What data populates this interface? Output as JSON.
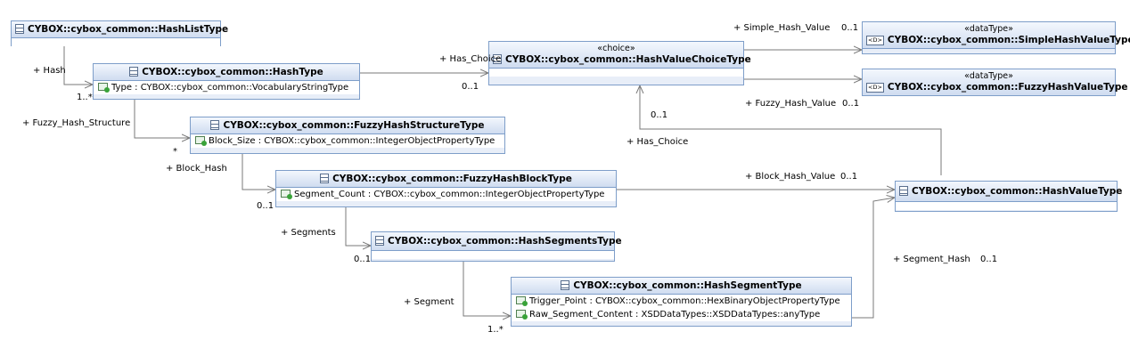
{
  "classes": {
    "hash_list_type": {
      "name": "CYBOX::cybox_common::HashListType"
    },
    "hash_type": {
      "name": "CYBOX::cybox_common::HashType",
      "attr": "Type : CYBOX::cybox_common::VocabularyStringType"
    },
    "hash_value_choice_type": {
      "stereotype": "«choice»",
      "name": "CYBOX::cybox_common::HashValueChoiceType"
    },
    "simple_hash_value_type": {
      "stereotype": "«dataType»",
      "name": "CYBOX::cybox_common::SimpleHashValueType",
      "icon": "<D>"
    },
    "fuzzy_hash_value_type": {
      "stereotype": "«dataType»",
      "name": "CYBOX::cybox_common::FuzzyHashValueType",
      "icon": "<D>"
    },
    "fuzzy_hash_structure_type": {
      "name": "CYBOX::cybox_common::FuzzyHashStructureType",
      "attr": "Block_Size : CYBOX::cybox_common::IntegerObjectPropertyType"
    },
    "fuzzy_hash_block_type": {
      "name": "CYBOX::cybox_common::FuzzyHashBlockType",
      "attr": "Segment_Count : CYBOX::cybox_common::IntegerObjectPropertyType"
    },
    "hash_value_type": {
      "name": "CYBOX::cybox_common::HashValueType"
    },
    "hash_segments_type": {
      "name": "CYBOX::cybox_common::HashSegmentsType"
    },
    "hash_segment_type": {
      "name": "CYBOX::cybox_common::HashSegmentType",
      "attrs": [
        "Trigger_Point : CYBOX::cybox_common::HexBinaryObjectPropertyType",
        "Raw_Segment_Content : XSDDataTypes::XSDDataTypes::anyType"
      ]
    }
  },
  "labels": {
    "hash": "+ Hash",
    "hash_mult": "1..*",
    "has_choice_top": "+ Has_Choice",
    "has_choice_top_mult": "0..1",
    "simple_hash_value": "+ Simple_Hash_Value",
    "simple_hash_value_mult": "0..1",
    "fuzzy_hash_value": "+ Fuzzy_Hash_Value",
    "fuzzy_hash_value_mult": "0..1",
    "fuzzy_hash_structure": "+ Fuzzy_Hash_Structure",
    "fuzzy_hash_structure_mult": "*",
    "block_hash": "+ Block_Hash",
    "block_hash_mult": "0..1",
    "has_choice_right": "+ Has_Choice",
    "has_choice_right_mult": "0..1",
    "block_hash_value": "+ Block_Hash_Value",
    "block_hash_value_mult": "0..1",
    "segments": "+ Segments",
    "segments_mult": "0..1",
    "segment_hash": "+ Segment_Hash",
    "segment_hash_mult": "0..1",
    "segment": "+ Segment",
    "segment_mult": "1..*"
  },
  "colors": {
    "line": "#7a7a7a",
    "box_border": "#7e9ec9",
    "header": "#cfdcf0"
  }
}
